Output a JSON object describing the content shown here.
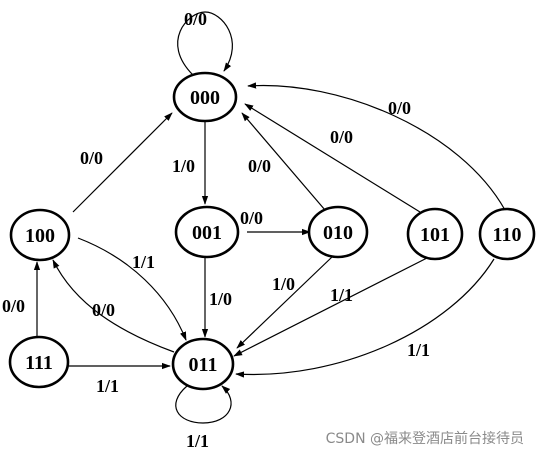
{
  "diagram": {
    "states": [
      {
        "id": "s000",
        "label": "000"
      },
      {
        "id": "s001",
        "label": "001"
      },
      {
        "id": "s010",
        "label": "010"
      },
      {
        "id": "s011",
        "label": "011"
      },
      {
        "id": "s100",
        "label": "100"
      },
      {
        "id": "s101",
        "label": "101"
      },
      {
        "id": "s110",
        "label": "110"
      },
      {
        "id": "s111",
        "label": "111"
      }
    ],
    "transitions": [
      {
        "from": "000",
        "to": "000",
        "label": "0/0"
      },
      {
        "from": "000",
        "to": "001",
        "label": "1/0"
      },
      {
        "from": "001",
        "to": "010",
        "label": "0/0"
      },
      {
        "from": "001",
        "to": "011",
        "label": "1/0"
      },
      {
        "from": "010",
        "to": "000",
        "label": "0/0"
      },
      {
        "from": "010",
        "to": "011",
        "label": "1/0"
      },
      {
        "from": "011",
        "to": "011",
        "label": "1/1"
      },
      {
        "from": "011",
        "to": "100",
        "label": "0/0"
      },
      {
        "from": "100",
        "to": "000",
        "label": "0/0"
      },
      {
        "from": "100",
        "to": "011",
        "label": "1/1"
      },
      {
        "from": "101",
        "to": "000",
        "label": "0/0"
      },
      {
        "from": "101",
        "to": "011",
        "label": "1/1"
      },
      {
        "from": "110",
        "to": "000",
        "label": "0/0"
      },
      {
        "from": "110",
        "to": "011",
        "label": "1/1"
      },
      {
        "from": "111",
        "to": "100",
        "label": "0/0"
      },
      {
        "from": "111",
        "to": "011",
        "label": "1/1"
      }
    ]
  },
  "watermark": "CSDN @福来登酒店前台接待员"
}
